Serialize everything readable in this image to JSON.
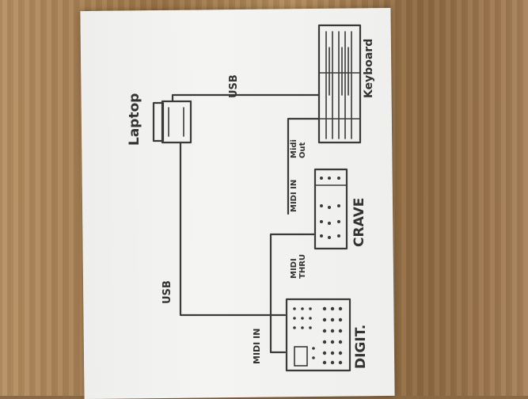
{
  "labels": {
    "laptop": "Laptop",
    "usb_top": "USB",
    "usb_left": "USB",
    "keyboard": "Keyboard",
    "keyboard_midi_out": "Midi Out",
    "crave_midi_in": "MIDI IN",
    "crave_midi_thru": "MIDI THRU",
    "crave": "CRAVE",
    "digit_midi_in": "MIDI IN",
    "digit": "DIGIT."
  },
  "colors": {
    "ink": "#3a3a3a",
    "paper": "#f2f2f0",
    "wood": "#a17a4d"
  }
}
